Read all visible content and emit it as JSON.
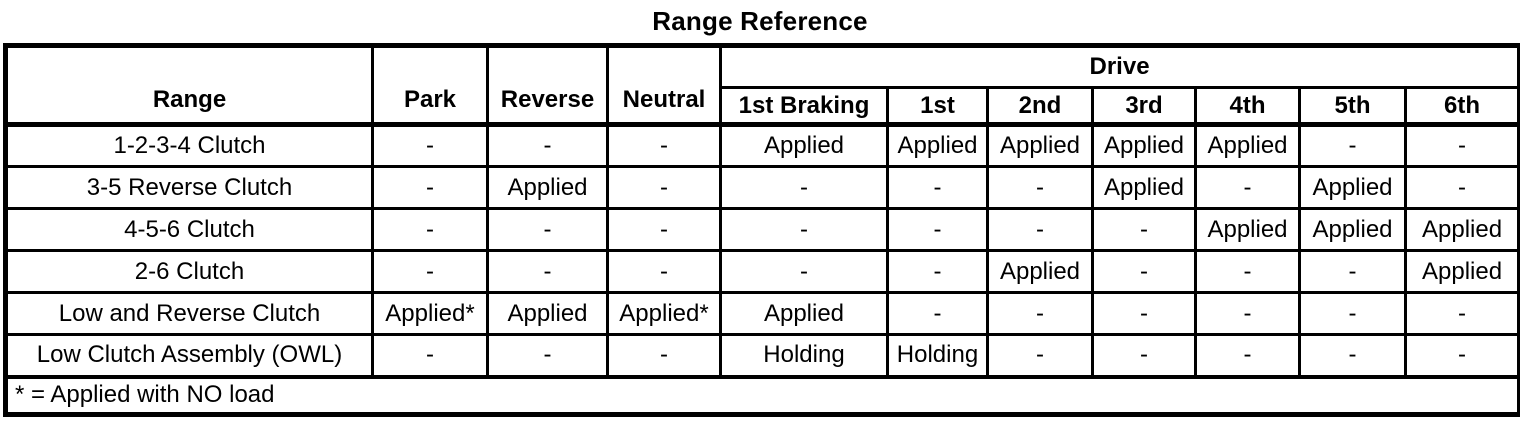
{
  "title": "Range Reference",
  "table": {
    "drive_header": "Drive",
    "columns": [
      "Range",
      "Park",
      "Reverse",
      "Neutral",
      "1st Braking",
      "1st",
      "2nd",
      "3rd",
      "4th",
      "5th",
      "6th"
    ],
    "rows": [
      {
        "range": "1-2-3-4 Clutch",
        "cells": [
          "-",
          "-",
          "-",
          "Applied",
          "Applied",
          "Applied",
          "Applied",
          "Applied",
          "-",
          "-"
        ]
      },
      {
        "range": "3-5 Reverse Clutch",
        "cells": [
          "-",
          "Applied",
          "-",
          "-",
          "-",
          "-",
          "Applied",
          "-",
          "Applied",
          "-"
        ]
      },
      {
        "range": "4-5-6 Clutch",
        "cells": [
          "-",
          "-",
          "-",
          "-",
          "-",
          "-",
          "-",
          "Applied",
          "Applied",
          "Applied"
        ]
      },
      {
        "range": "2-6 Clutch",
        "cells": [
          "-",
          "-",
          "-",
          "-",
          "-",
          "Applied",
          "-",
          "-",
          "-",
          "Applied"
        ]
      },
      {
        "range": "Low and Reverse Clutch",
        "cells": [
          "Applied*",
          "Applied",
          "Applied*",
          "Applied",
          "-",
          "-",
          "-",
          "-",
          "-",
          "-"
        ]
      },
      {
        "range": "Low Clutch Assembly (OWL)",
        "cells": [
          "-",
          "-",
          "-",
          "Holding",
          "Holding",
          "-",
          "-",
          "-",
          "-",
          "-"
        ]
      }
    ],
    "footnote": "* = Applied with NO load",
    "colors": {
      "ink": "#000000",
      "paper": "#ffffff"
    }
  }
}
